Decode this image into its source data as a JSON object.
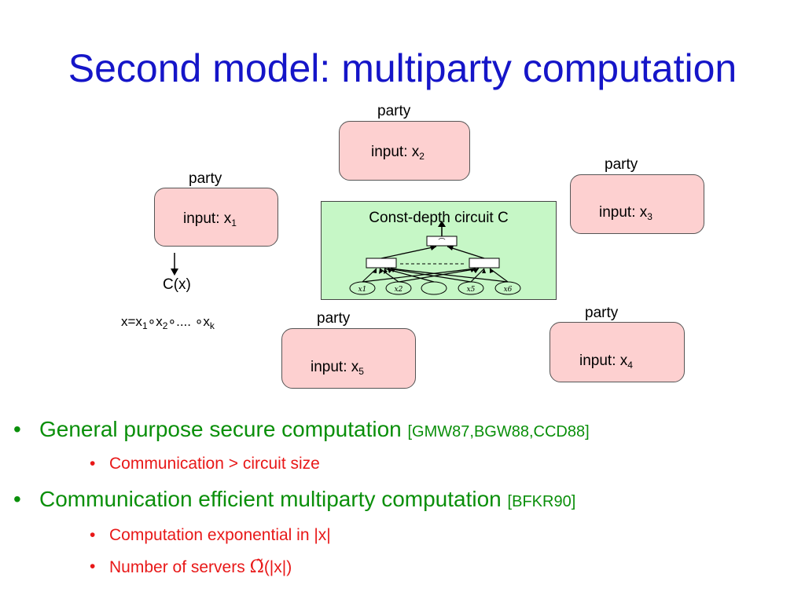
{
  "title": "Second model: multiparty computation",
  "parties": [
    {
      "label": "party",
      "input": "input: x",
      "sub": "2"
    },
    {
      "label": "party",
      "input": "input: x",
      "sub": "1"
    },
    {
      "label": "party",
      "input": "input: x",
      "sub": "3"
    },
    {
      "label": "party",
      "input": "input: x",
      "sub": "5"
    },
    {
      "label": "party",
      "input": "input: x",
      "sub": "4"
    }
  ],
  "circuit": {
    "label": "Const-depth circuit C",
    "leaves": [
      "x1",
      "x2",
      "",
      "x5",
      "x6"
    ]
  },
  "output_label": "C(x)",
  "formula": {
    "lhs": "x=x",
    "s1": "1",
    "mid1": "∘x",
    "s2": "2",
    "mid2": "∘.... ∘x",
    "sk": "k"
  },
  "bullets": [
    {
      "text": "General purpose secure computation ",
      "ref": "[GMW87,BGW88,CCD88]",
      "sub": [
        "Communication > circuit size"
      ]
    },
    {
      "text": "Communication efficient multiparty computation ",
      "ref": "[BFKR90]",
      "sub": [
        "Computation exponential in |x|",
        "Number of servers "
      ]
    }
  ],
  "omega_expr": {
    "symbol": "Ω̃",
    "arg": "(|x|)"
  }
}
